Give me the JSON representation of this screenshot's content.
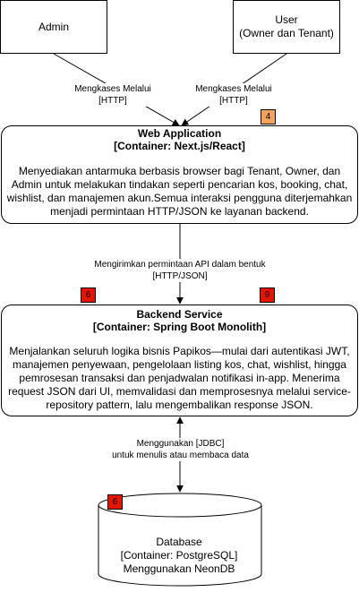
{
  "actors": {
    "admin": "Admin",
    "user_line1": "User",
    "user_line2": "(Owner dan Tenant)"
  },
  "edges": {
    "admin_to_web_line1": "Mengkases Melalui",
    "admin_to_web_line2": "[HTTP]",
    "user_to_web_line1": "Mengkases Melalui",
    "user_to_web_line2": "[HTTP]",
    "web_to_backend_line1": "Mengirimkan permintaan API dalam bentuk",
    "web_to_backend_line2": "[HTTP/JSON]",
    "backend_db_line1": "Menggunakan [JDBC]",
    "backend_db_line2": "untuk menulis atau membaca data"
  },
  "web_app": {
    "title_line1": "Web Application",
    "title_line2": "[Container: Next.js/React]",
    "description": "Menyediakan antarmuka berbasis browser bagi Tenant, Owner, dan Admin untuk melakukan tindakan seperti pencarian kos, booking, chat, wishlist, dan manajemen akun.Semua interaksi pengguna diterjemahkan menjadi permintaan HTTP/JSON ke layanan backend."
  },
  "backend": {
    "title_line1": "Backend Service",
    "title_line2": "[Container: Spring Boot Monolith]",
    "description": "Menjalankan seluruh logika bisnis Papikos—mulai dari autentikasi JWT, manajemen penyewaan, pengelolaan listing kos, chat, wishlist, hingga pemrosesan transaksi dan penjadwalan notifikasi in-app. Menerima request JSON dari UI, memvalidasi dan memprosesnya melalui service-repository pattern, lalu mengembalikan response JSON."
  },
  "database": {
    "line1": "Database",
    "line2": "[Container: PostgreSQL]",
    "line3": "Menggunakan NeonDB"
  },
  "badges": {
    "web_app": "4",
    "backend_left": "6",
    "backend_right": "9",
    "database": "6"
  },
  "colors": {
    "badge_orange": "#f5a25c",
    "badge_red": "#e51400",
    "line": "#000000",
    "background": "#ffffff"
  }
}
